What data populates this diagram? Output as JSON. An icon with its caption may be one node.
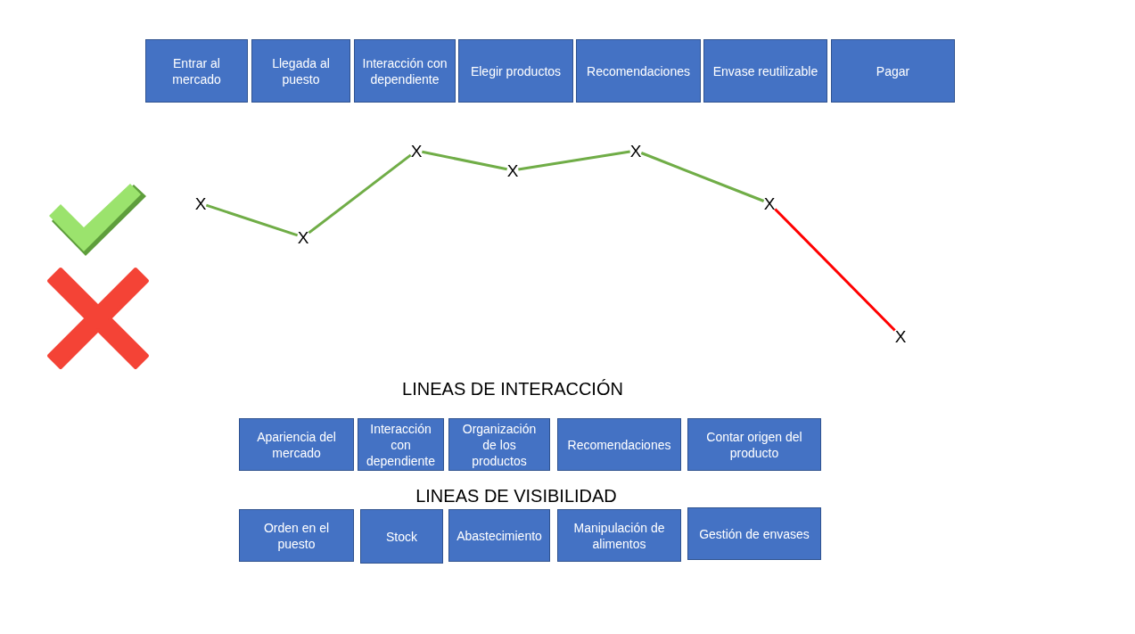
{
  "diagram": {
    "nodes": [
      {
        "text": [
          "Entrar al mercado"
        ]
      },
      {
        "text": [
          "Llegada al puesto"
        ]
      },
      {
        "text": [
          "Interacción con dependiente"
        ]
      },
      {
        "text": [
          "Elegir productos"
        ]
      },
      {
        "text": [
          "Recomendaciones"
        ]
      },
      {
        "text": [
          "Envase reutilizable"
        ]
      },
      {
        "text": [
          "Pagar"
        ]
      },
      {
        "text": [
          "X"
        ]
      },
      {
        "text": [
          "X"
        ]
      },
      {
        "text": [
          "X"
        ]
      },
      {
        "text": [
          "X"
        ]
      },
      {
        "text": [
          "X"
        ]
      },
      {
        "text": [
          "X"
        ]
      },
      {
        "text": [
          "X"
        ]
      },
      {
        "text": [
          "Apariencia del mercado"
        ]
      },
      {
        "text": [
          "Interacción con dependiente"
        ]
      },
      {
        "text": [
          "Organización de los productos"
        ]
      },
      {
        "text": [
          "Recomendaciones"
        ]
      },
      {
        "text": [
          "Contar origen del producto"
        ]
      },
      {
        "text": [
          "Orden en el puesto"
        ]
      },
      {
        "text": [
          "Stock"
        ]
      },
      {
        "text": [
          "Abastecimiento"
        ]
      },
      {
        "text": [
          "Manipulación de alimentos"
        ]
      },
      {
        "text": [
          "Gestión de envases"
        ]
      }
    ],
    "edges": [
      {
        "from": 7,
        "to": 8,
        "arrow": "none"
      },
      {
        "from": 8,
        "to": 9,
        "arrow": "none"
      },
      {
        "from": 9,
        "to": 10,
        "arrow": "none"
      },
      {
        "from": 10,
        "to": 11,
        "arrow": "none"
      },
      {
        "from": 11,
        "to": 12,
        "arrow": "none"
      },
      {
        "from": 12,
        "to": 13,
        "arrow": "none",
        "color": "#ff0000"
      }
    ],
    "labels": [
      "LINEAS DE INTERACCIÓN",
      "LINEAS DE VISIBILIDAD"
    ]
  }
}
